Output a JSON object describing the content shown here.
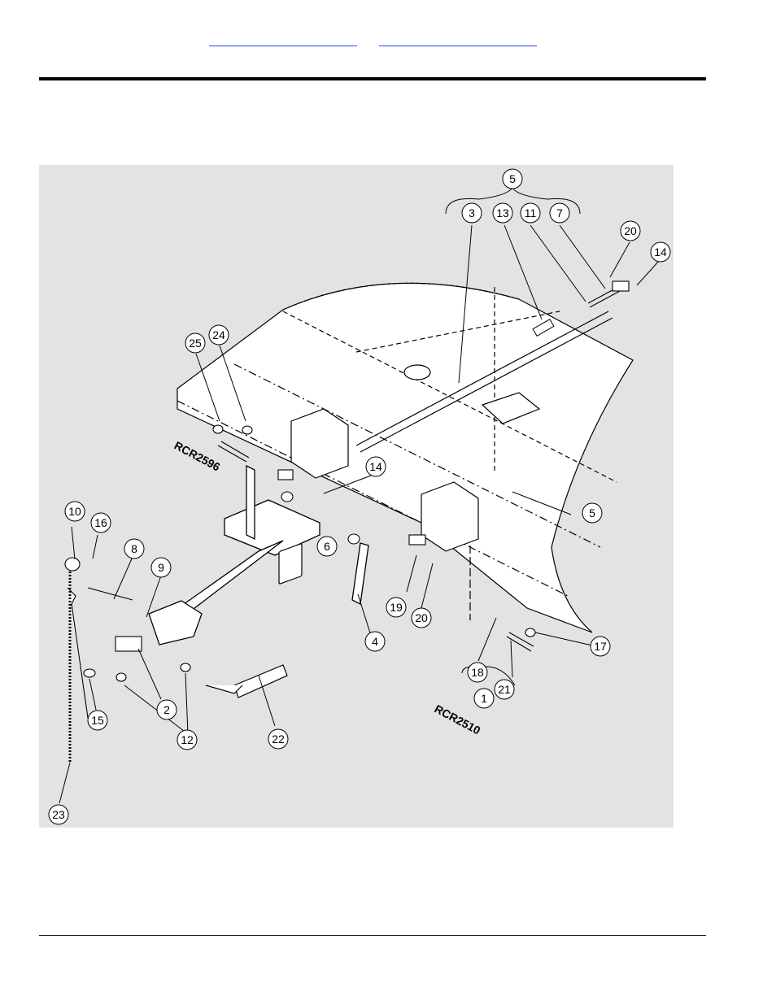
{
  "header": {
    "links": [
      "",
      ""
    ]
  },
  "diagram": {
    "model_labels": [
      "RCR2596",
      "RCR2510"
    ],
    "callouts": [
      "5",
      "3",
      "13",
      "11",
      "7",
      "20",
      "14",
      "25",
      "24",
      "14",
      "5",
      "6",
      "10",
      "16",
      "8",
      "9",
      "4",
      "19",
      "20",
      "17",
      "18",
      "21",
      "1",
      "2",
      "15",
      "12",
      "22",
      "23"
    ]
  },
  "colors": {
    "link": "#1f3cff",
    "panel": "#e3e3e3",
    "line": "#000000"
  }
}
